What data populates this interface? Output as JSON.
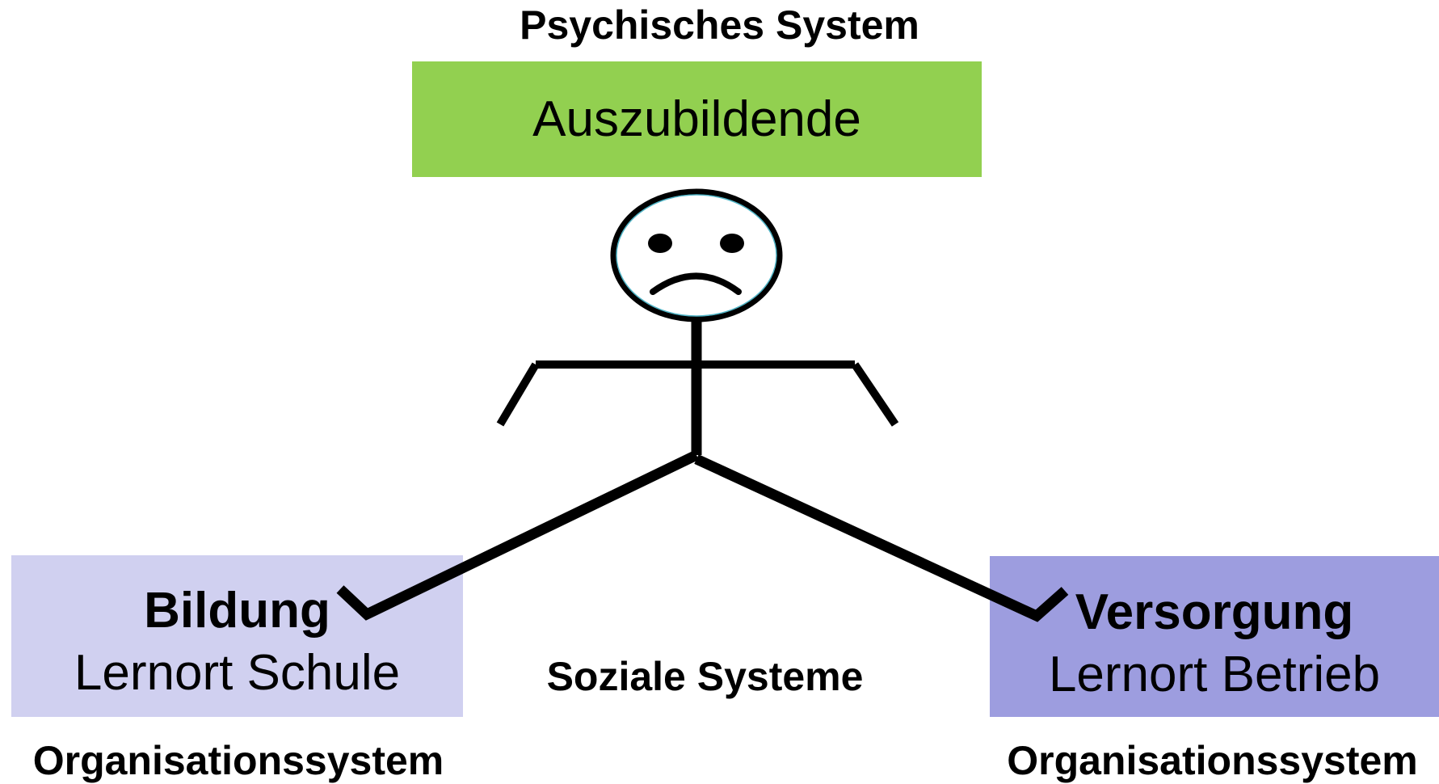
{
  "diagram": {
    "top_caption": "Psychisches System",
    "person_box": {
      "label": "Auszubildende",
      "color": "#92d050"
    },
    "left_box": {
      "title": "Bildung",
      "subtitle": "Lernort Schule",
      "color": "#d0d0f0"
    },
    "right_box": {
      "title": "Versorgung",
      "subtitle": "Lernort Betrieb",
      "color": "#9d9ddf"
    },
    "center_caption": "Soziale Systeme",
    "left_caption": "Organisationssystem",
    "right_caption": "Organisationssystem",
    "figure": {
      "type": "stick-figure",
      "expression": "sad"
    }
  }
}
